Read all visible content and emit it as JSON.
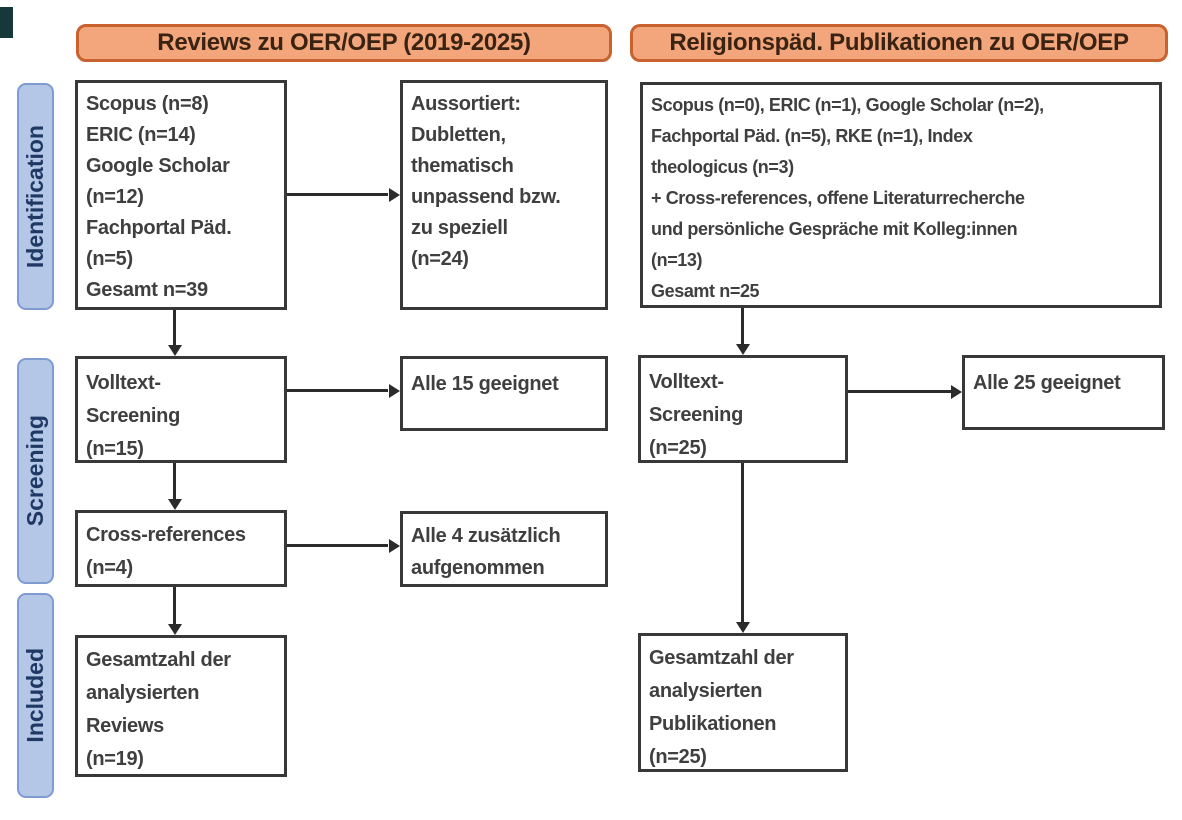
{
  "columns": {
    "left": {
      "header": "Reviews zu OER/OEP (2019-2025)"
    },
    "right": {
      "header": "Religionspäd. Publikationen zu OER/OEP"
    }
  },
  "stages": {
    "identification": "Identification",
    "screening": "Screening",
    "included": "Included"
  },
  "boxes": {
    "left_identification": "Scopus (n=8)\nERIC (n=14)\nGoogle Scholar\n(n=12)\nFachportal Päd.\n(n=5)\nGesamt n=39",
    "left_excluded": "Aussortiert:\nDubletten,\nthematisch\nunpassend bzw.\nzu speziell\n(n=24)",
    "left_fulltext_screening": "Volltext-\nScreening\n(n=15)",
    "left_eligible": "Alle 15 geeignet",
    "left_cross_references": "Cross-references\n(n=4)",
    "left_added": "Alle 4 zusätzlich\naufgenommen",
    "left_included_total": "Gesamtzahl der\nanalysierten\nReviews\n(n=19)",
    "right_identification": "Scopus (n=0), ERIC (n=1), Google Scholar (n=2),\nFachportal Päd. (n=5), RKE (n=1), Index\ntheologicus (n=3)\n+ Cross-references, offene Literaturrecherche\nund persönliche Gespräche mit Kolleg:innen\n(n=13)\nGesamt n=25",
    "right_fulltext_screening": "Volltext-\nScreening\n(n=25)",
    "right_eligible": "Alle 25 geeignet",
    "right_included_total": "Gesamtzahl der\nanalysierten\nPublikationen\n(n=25)"
  },
  "colors": {
    "header_fill": "#f3a67b",
    "header_border": "#c8622f",
    "header_text": "#3a2313",
    "stage_fill": "#b4c7e7",
    "stage_border": "#7f9bd1",
    "stage_text": "#1f3864",
    "box_border": "#383838",
    "box_text": "#3f3f3f",
    "arrow": "#2b2b2b"
  }
}
